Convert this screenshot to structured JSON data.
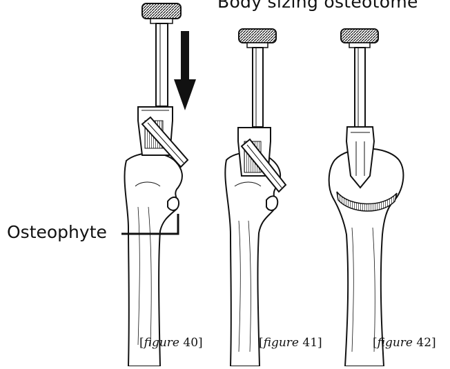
{
  "heading": "Body sizing osteotome",
  "callout_label": "Osteophyte",
  "captions": [
    {
      "open": "[",
      "word": "figure",
      "num": " 40]"
    },
    {
      "open": "[",
      "word": "figure",
      "num": " 41]"
    },
    {
      "open": "[",
      "word": "figure",
      "num": " 42]"
    }
  ],
  "colors": {
    "ink": "#111111",
    "bone": "#ffffff",
    "background": "#ffffff"
  },
  "arrow_direction": "down"
}
